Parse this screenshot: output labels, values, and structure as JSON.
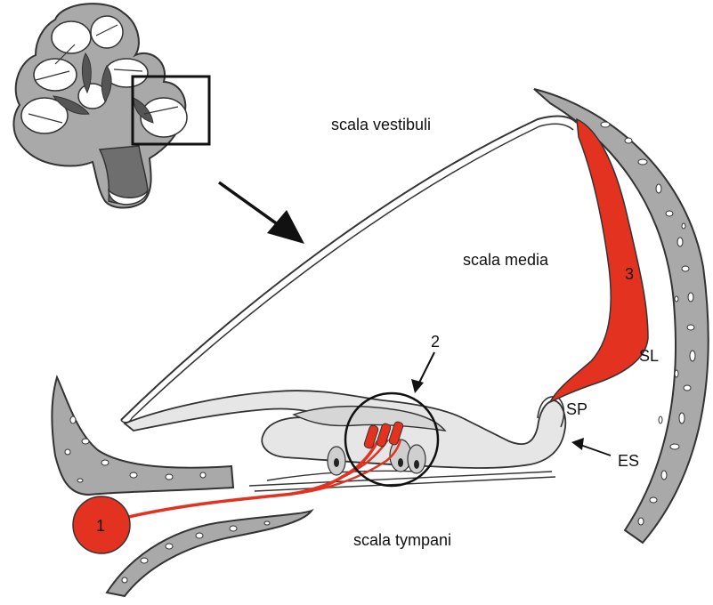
{
  "labels": {
    "scala_vestibuli": "scala vestibuli",
    "scala_media": "scala media",
    "scala_tympani": "scala tympani",
    "num_1": "1",
    "num_2": "2",
    "num_3": "3",
    "sl": "SL",
    "sp": "SP",
    "es": "ES"
  },
  "colors": {
    "highlight_red": "#e3321f",
    "tissue_gray": "#a9a9a9",
    "light_tissue": "#e6e6e6",
    "outline": "#333333",
    "background": "#ffffff"
  }
}
